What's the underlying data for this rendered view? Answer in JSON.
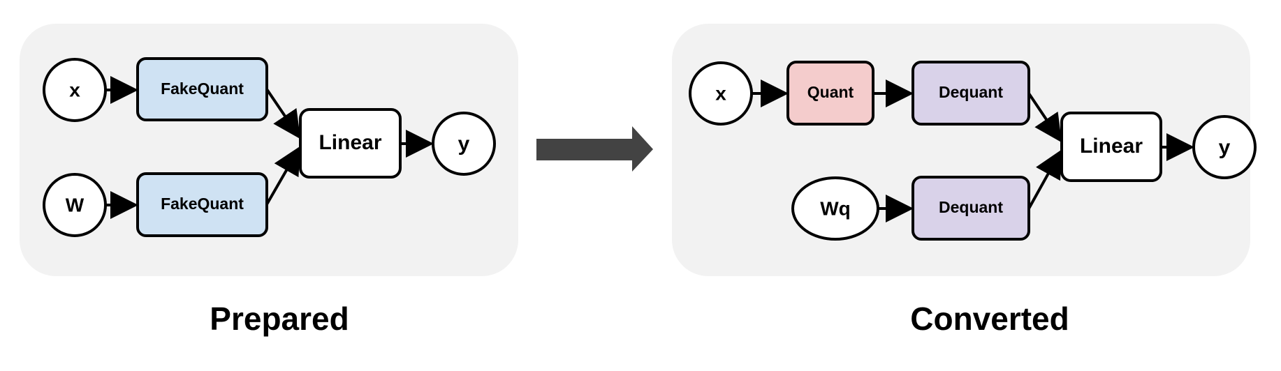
{
  "colors": {
    "panel_fill": "#f2f2f2",
    "fakequant_fill": "#cfe2f3",
    "quant_fill": "#f4cccc",
    "dequant_fill": "#d9d2e9",
    "plain_fill": "#ffffff",
    "transition_arrow": "#434343"
  },
  "prepared": {
    "caption": "Prepared",
    "input_x": "x",
    "input_w": "W",
    "fakequant_top": "FakeQuant",
    "fakequant_bottom": "FakeQuant",
    "linear": "Linear",
    "output_y": "y"
  },
  "converted": {
    "caption": "Converted",
    "input_x": "x",
    "quant": "Quant",
    "dequant_top": "Dequant",
    "input_wq": "Wq",
    "dequant_bottom": "Dequant",
    "linear": "Linear",
    "output_y": "y"
  }
}
